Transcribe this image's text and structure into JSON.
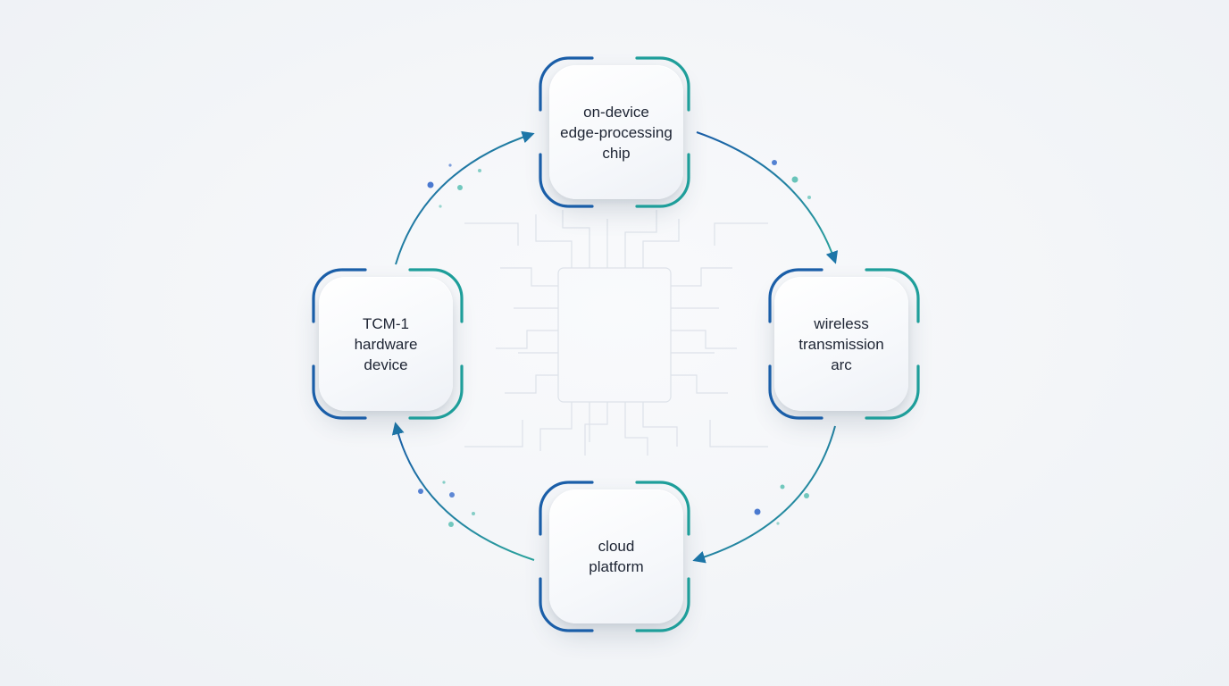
{
  "nodes": {
    "top": {
      "lines": [
        "on-device",
        "edge-processing",
        "chip"
      ]
    },
    "right": {
      "lines": [
        "wireless",
        "transmission",
        "arc"
      ]
    },
    "bottom": {
      "lines": [
        "cloud",
        "platform"
      ]
    },
    "left": {
      "lines": [
        "TCM-1",
        "hardware",
        "device"
      ]
    }
  },
  "colors": {
    "bracket_start": "#1a5ea8",
    "bracket_end": "#1e9e9a",
    "arrow_start": "#1a5ea8",
    "arrow_end": "#2aa39c",
    "circuit": "#dde2e9"
  }
}
